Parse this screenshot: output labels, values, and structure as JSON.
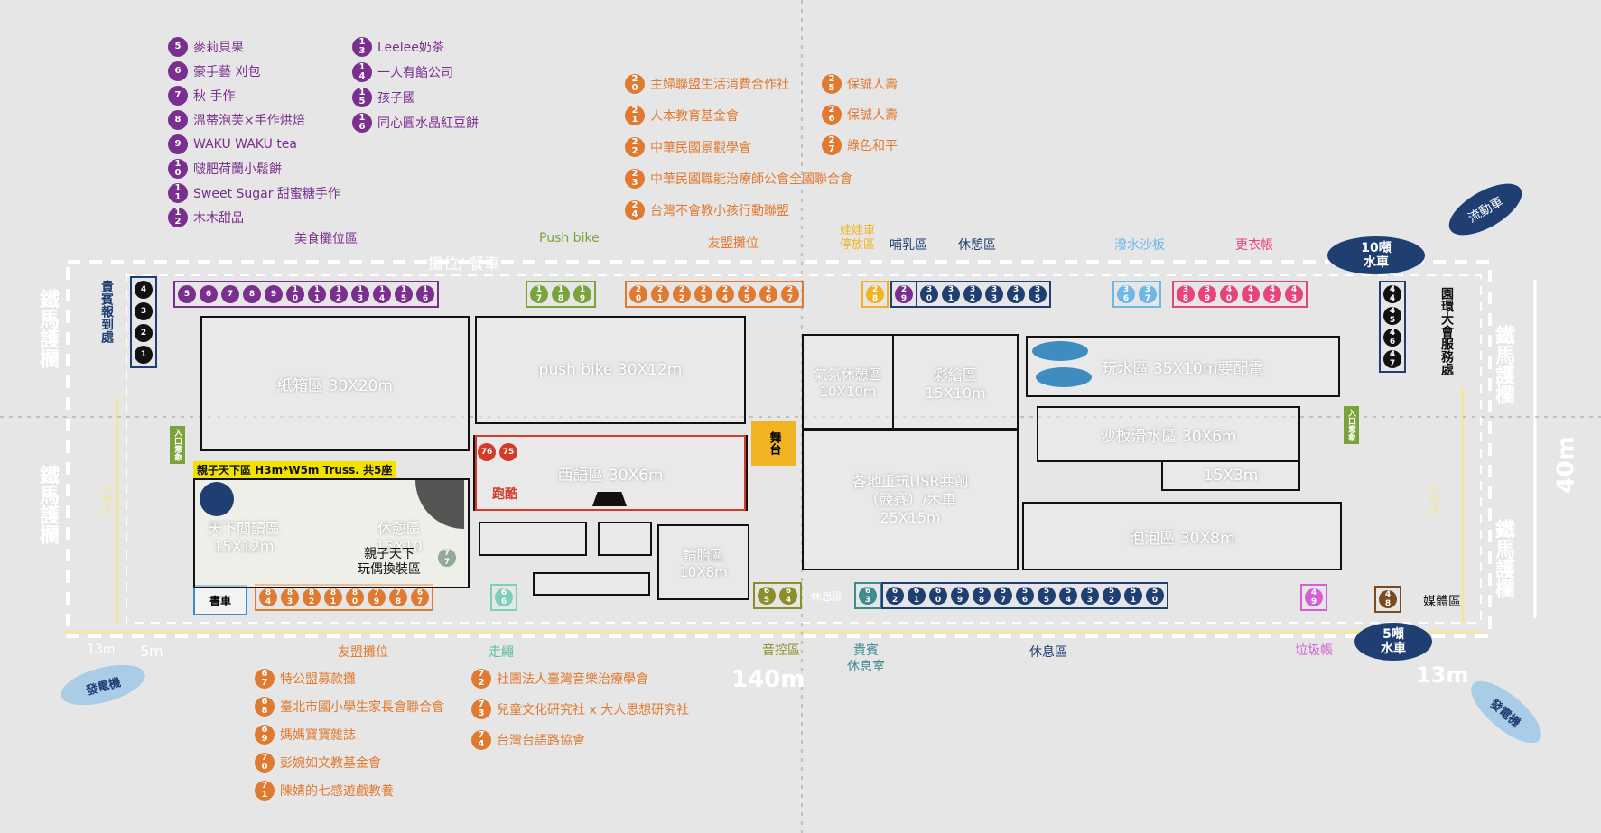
{
  "legend_top_left": [
    {
      "num": "5",
      "label": "麥莉貝果"
    },
    {
      "num": "6",
      "label": "豪手藝 刈包"
    },
    {
      "num": "7",
      "label": "秋 手作"
    },
    {
      "num": "8",
      "label": "溫蒂泡芙×手作烘焙"
    },
    {
      "num": "9",
      "label": "WAKU WAKU tea"
    },
    {
      "num": "10",
      "label": "啵肥荷蘭小鬆餅"
    },
    {
      "num": "11",
      "label": "Sweet Sugar 甜蜜糖手作"
    },
    {
      "num": "12",
      "label": "木木甜品"
    }
  ],
  "legend_top_mid": [
    {
      "num": "13",
      "label": "Leelee奶茶"
    },
    {
      "num": "14",
      "label": "一人有餡公司"
    },
    {
      "num": "15",
      "label": "孩子國"
    },
    {
      "num": "16",
      "label": "同心圓水晶紅豆餅"
    }
  ],
  "legend_top_orange_1": [
    {
      "num": "20",
      "label": "主婦聯盟生活消費合作社"
    },
    {
      "num": "21",
      "label": "人本教育基金會"
    },
    {
      "num": "22",
      "label": "中華民國景觀學會"
    },
    {
      "num": "23",
      "label": "中華民國職能治療師公會全國聯合會"
    },
    {
      "num": "24",
      "label": "台灣不會教小孩行動聯盟"
    }
  ],
  "legend_top_orange_2": [
    {
      "num": "25",
      "label": "保誠人壽"
    },
    {
      "num": "26",
      "label": "保誠人壽"
    },
    {
      "num": "27",
      "label": "綠色和平"
    }
  ],
  "legend_bottom_1": [
    {
      "num": "67",
      "label": "特公盟募款攤"
    },
    {
      "num": "68",
      "label": "臺北市國小學生家長會聯合會"
    },
    {
      "num": "69",
      "label": "媽媽寶寶雜誌"
    },
    {
      "num": "70",
      "label": "彭婉如文教基金會"
    },
    {
      "num": "71",
      "label": "陳婧的七感遊戲教養"
    }
  ],
  "legend_bottom_2": [
    {
      "num": "72",
      "label": "社團法人臺灣音樂治療學會"
    },
    {
      "num": "73",
      "label": "兒童文化研究社 x 大人思想研究社"
    },
    {
      "num": "74",
      "label": "台灣台語路協會"
    }
  ],
  "labels": {
    "food_area": "美食攤位區",
    "stall_meal": "攤位/ 餐車",
    "push_bike": "Push bike",
    "ally_top": "友盟攤位",
    "stroller": "娃娃車\n停放區",
    "nursing": "哺乳區",
    "rest_top": "休憩區",
    "water_sand": "潑水沙板",
    "changing": "更衣帳",
    "truck_10": "10噸\n水車",
    "flush_truck": "流動車",
    "service": "園環大會服務處",
    "vip_checkin": "貴賓報到處",
    "railing": "鐵馬護欄",
    "entrance": "入口意象",
    "media": "媒體區",
    "truck_5": "5噸\n水車",
    "generator": "發電機",
    "trash": "垃圾帳",
    "rest_bottom": "休息區",
    "vip_rest": "貴賓\n休息室",
    "sound": "音控區",
    "rest_small": "休息區",
    "walkway": "走繩",
    "ally_bottom": "友盟攤位",
    "book_truck": "書車",
    "toy_swap": "親子天下\n玩偶換裝區",
    "truss": "親子天下區 H3m*W5m Truss. 共5座",
    "parkour": "跑酷",
    "stage": "舞台",
    "dim_140": "140m",
    "dim_40": "40m",
    "dim_24": "24m",
    "dim_13": "13m",
    "dim_5": "5m"
  },
  "zones": {
    "cardboard": "紙箱區 30X20m",
    "pushbike": "push bike 30X12m",
    "balloon": "氣氛休憩區\n10X10m",
    "painting": "彩繪區\n15X10m",
    "water": "玩水區 35X10m要配電",
    "sandboard": "沙板滑水區 30X6m",
    "zone15x3": "15X3m",
    "usr": "各地重玩USR共創\n（競賽）/木車\n25X15m",
    "bubble": "泡泡區 30X8m",
    "tire": "輪胎區\n10X8m",
    "slope": "西語區 30X6m",
    "reading": "天下閱讀區\n15X12m",
    "rest_zone": "休憩區\n15X10"
  },
  "rows": {
    "checkin": [
      "4",
      "3",
      "2",
      "1"
    ],
    "food": [
      "5",
      "6",
      "7",
      "8",
      "9",
      "10",
      "11",
      "12",
      "13",
      "14",
      "15",
      "16"
    ],
    "pushbike": [
      "17",
      "18",
      "19"
    ],
    "ally": [
      "20",
      "21",
      "22",
      "23",
      "24",
      "25",
      "26",
      "27"
    ],
    "stroller": [
      "28"
    ],
    "nursing": [
      "29"
    ],
    "rest": [
      "30",
      "31",
      "32",
      "33",
      "34",
      "35"
    ],
    "water": [
      "36",
      "37"
    ],
    "changing": [
      "38",
      "39",
      "40",
      "41",
      "42",
      "43"
    ],
    "service": [
      "44",
      "45",
      "46",
      "47"
    ],
    "toy": [
      "77"
    ],
    "bottom_ally": [
      "84",
      "83",
      "82",
      "81",
      "80",
      "79",
      "78",
      "67"
    ],
    "walkway": [
      "66"
    ],
    "sound": [
      "65",
      "64"
    ],
    "vip": [
      "63"
    ],
    "bottom_rest": [
      "62",
      "61",
      "60",
      "59",
      "58",
      "57",
      "56",
      "55",
      "54",
      "53",
      "52",
      "51",
      "50"
    ],
    "trash": [
      "49"
    ],
    "media": [
      "48"
    ]
  },
  "colors": {
    "purple": "#7a2e8e",
    "green": "#7aa33a",
    "orange": "#e07a30",
    "yellow": "#f2b322",
    "navy": "#1f3f73",
    "lightblue": "#6fb8e6",
    "pink": "#e6447d",
    "dark": "#111111",
    "olive": "#8b8f2a",
    "teal": "#3f8c90",
    "magenta": "#d65fd6",
    "brown": "#7a4a20",
    "red": "#d23b2a",
    "oval": "#1f3f73"
  }
}
